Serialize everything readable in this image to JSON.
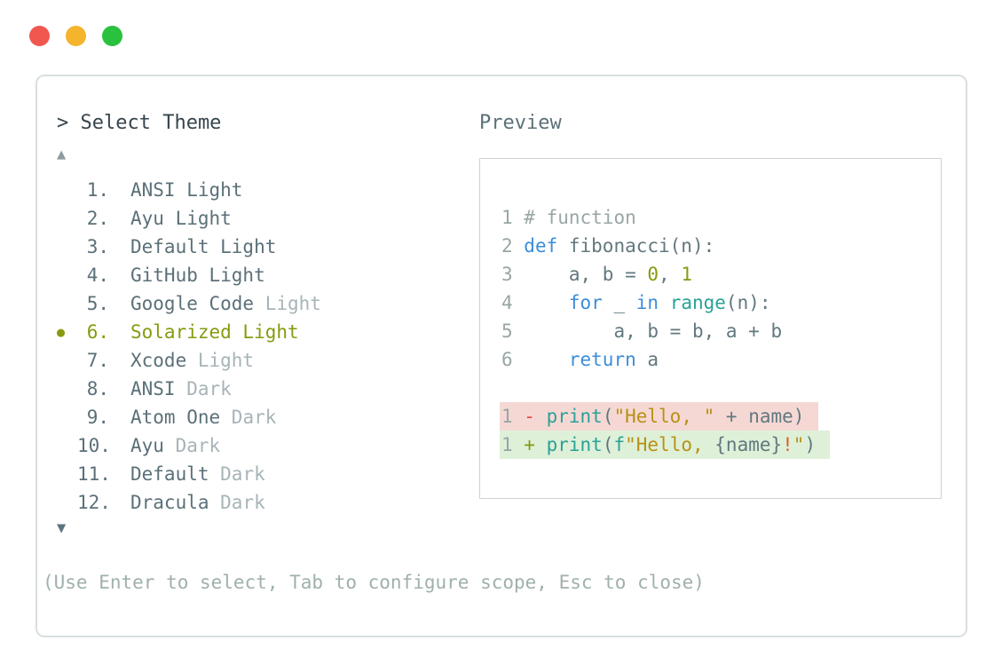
{
  "window": {
    "traffic_lights": [
      {
        "name": "close",
        "color": "#f2574f"
      },
      {
        "name": "minimize",
        "color": "#f4b42c"
      },
      {
        "name": "zoom",
        "color": "#2ac13f"
      }
    ]
  },
  "theme_picker": {
    "title": "> Select Theme",
    "scroll_up_icon": "▲",
    "scroll_down_icon": "▼",
    "selected_marker": "●",
    "items": [
      {
        "num": "1.",
        "main": "ANSI Light",
        "dim": "",
        "selected": false
      },
      {
        "num": "2.",
        "main": "Ayu Light",
        "dim": "",
        "selected": false
      },
      {
        "num": "3.",
        "main": "Default Light",
        "dim": "",
        "selected": false
      },
      {
        "num": "4.",
        "main": "GitHub Light",
        "dim": "",
        "selected": false
      },
      {
        "num": "5.",
        "main": "Google Code",
        "dim": " Light",
        "selected": false
      },
      {
        "num": "6.",
        "main": "Solarized Light",
        "dim": "",
        "selected": true
      },
      {
        "num": "7.",
        "main": "Xcode",
        "dim": " Light",
        "selected": false
      },
      {
        "num": "8.",
        "main": "ANSI",
        "dim": " Dark",
        "selected": false
      },
      {
        "num": "9.",
        "main": "Atom One",
        "dim": " Dark",
        "selected": false
      },
      {
        "num": "10.",
        "main": "Ayu",
        "dim": " Dark",
        "selected": false
      },
      {
        "num": "11.",
        "main": "Default",
        "dim": " Dark",
        "selected": false
      },
      {
        "num": "12.",
        "main": "Dracula",
        "dim": " Dark",
        "selected": false
      }
    ],
    "hint": "(Use Enter to select, Tab to configure scope, Esc to close)"
  },
  "preview": {
    "label": "Preview",
    "code_lines": [
      {
        "bg": "",
        "segs": [
          [
            "ln",
            "1 "
          ],
          [
            "cm",
            "# function"
          ]
        ]
      },
      {
        "bg": "",
        "segs": [
          [
            "ln",
            "2 "
          ],
          [
            "kw",
            "def"
          ],
          [
            "bd",
            " fibonacci(n):"
          ]
        ]
      },
      {
        "bg": "",
        "segs": [
          [
            "ln",
            "3 "
          ],
          [
            "bd",
            "    a, b = "
          ],
          [
            "nm",
            "0"
          ],
          [
            "bd",
            ", "
          ],
          [
            "nm",
            "1"
          ]
        ]
      },
      {
        "bg": "",
        "segs": [
          [
            "ln",
            "4 "
          ],
          [
            "bd",
            "    "
          ],
          [
            "kw",
            "for"
          ],
          [
            "bd",
            " _ "
          ],
          [
            "kw",
            "in"
          ],
          [
            "bd",
            " "
          ],
          [
            "fn",
            "range"
          ],
          [
            "bd",
            "(n):"
          ]
        ]
      },
      {
        "bg": "",
        "segs": [
          [
            "ln",
            "5 "
          ],
          [
            "bd",
            "        a, b = b, a + b"
          ]
        ]
      },
      {
        "bg": "",
        "segs": [
          [
            "ln",
            "6 "
          ],
          [
            "bd",
            "    "
          ],
          [
            "kw",
            "return"
          ],
          [
            "bd",
            " a"
          ]
        ]
      },
      {
        "bg": "",
        "segs": []
      },
      {
        "bg": "diff-red",
        "segs": [
          [
            "ln",
            "1 "
          ],
          [
            "mi",
            "- "
          ],
          [
            "fn",
            "print"
          ],
          [
            "bd",
            "("
          ],
          [
            "st",
            "\"Hello, \""
          ],
          [
            "bd",
            " + name)"
          ]
        ]
      },
      {
        "bg": "diff-green",
        "segs": [
          [
            "ln",
            "1 "
          ],
          [
            "pl",
            "+ "
          ],
          [
            "fn",
            "print"
          ],
          [
            "bd",
            "("
          ],
          [
            "fn",
            "f"
          ],
          [
            "st",
            "\"Hello, "
          ],
          [
            "bd",
            "{name}"
          ],
          [
            "or",
            "!"
          ],
          [
            "st",
            "\""
          ],
          [
            "bd",
            ")"
          ]
        ]
      }
    ]
  },
  "colors": {
    "selected_accent": "#879a10",
    "list_text": "#5b7078",
    "list_dim": "#a7b4b8",
    "title_text": "#36454c",
    "hint_text": "#9fb0ad",
    "keyword_blue": "#3b8dd8",
    "builtin_teal": "#2aa198",
    "string_yellow": "#b99114",
    "diff_minus_red": "#df4b42",
    "diff_add_bg": "#def0d8",
    "diff_del_bg": "#f5d8d4"
  }
}
